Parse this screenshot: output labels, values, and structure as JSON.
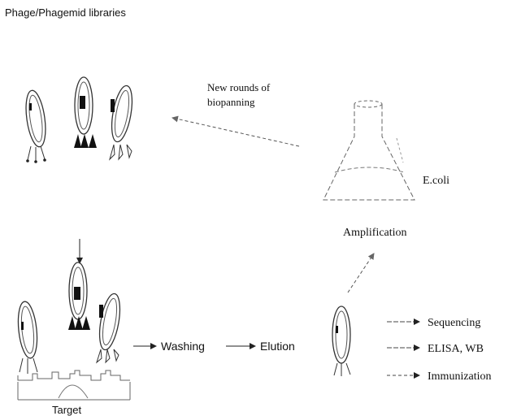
{
  "diagram": {
    "title": "Phage/Phagemid libraries",
    "biopanning_label": [
      "New rounds of",
      "biopanning"
    ],
    "ecoli_label": "E.coli",
    "amplification_label": "Amplification",
    "washing_label": "Washing",
    "elution_label": "Elution",
    "target_label": "Target",
    "outputs": [
      "Sequencing",
      "ELISA, WB",
      "Immunization"
    ]
  }
}
